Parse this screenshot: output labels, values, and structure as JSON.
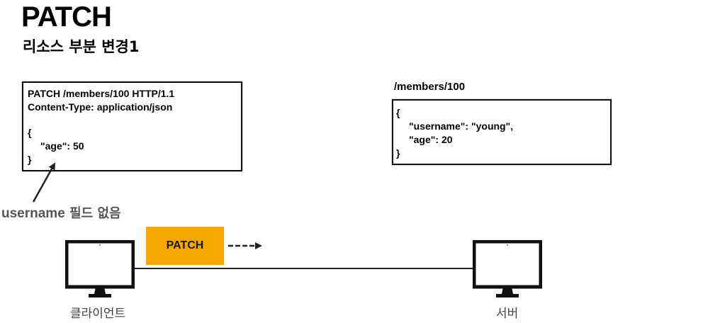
{
  "title": "PATCH",
  "subtitle": "리소스 부분 변경1",
  "request": {
    "lines": [
      "PATCH /members/100 HTTP/1.1",
      "Content-Type: application/json",
      "",
      "{",
      "\"age\": 50",
      "}"
    ]
  },
  "resource": {
    "path": "/members/100",
    "lines": [
      "{",
      "\"username\": \"young\",",
      "\"age\": 20",
      "}"
    ]
  },
  "annotation": {
    "field": "username",
    "text": "필드 없음"
  },
  "method_badge": "PATCH",
  "client_label": "클라이언트",
  "server_label": "서버",
  "colors": {
    "badge": "#f7a600",
    "annotation_text": "#555555"
  },
  "icons": {
    "client": "monitor-icon",
    "server": "monitor-icon"
  }
}
